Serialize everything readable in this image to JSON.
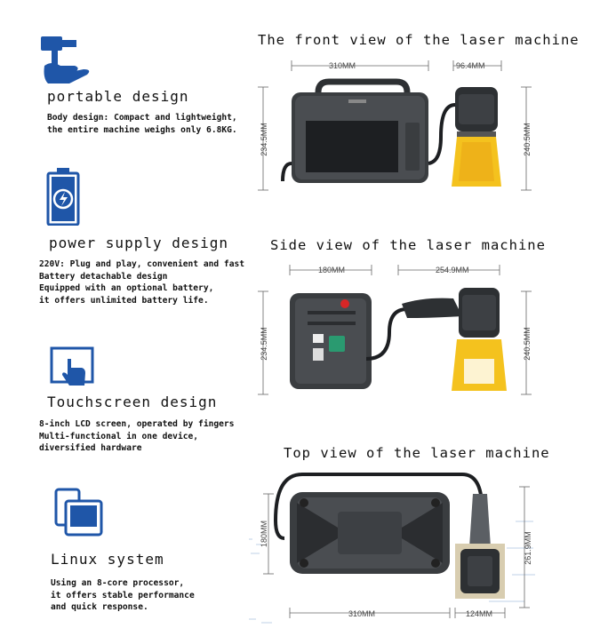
{
  "features": [
    {
      "title": "portable design",
      "desc": [
        "Body design: Compact and lightweight,",
        "the entire machine weighs only 6.8KG."
      ],
      "icon": "hand-hammer-icon"
    },
    {
      "title": "power supply design",
      "desc": [
        "220V: Plug and play, convenient and fast",
        "Battery detachable design",
        "Equipped with an optional battery,",
        "it offers unlimited battery life."
      ],
      "icon": "battery-icon"
    },
    {
      "title": "Touchscreen design",
      "desc": [
        "8-inch LCD screen, operated by fingers",
        "Multi-functional in one device,",
        "diversified hardware"
      ],
      "icon": "touchscreen-icon"
    },
    {
      "title": "Linux system",
      "desc": [
        "Using an 8-core processor,",
        "it offers stable performance",
        "and quick response."
      ],
      "icon": "tablet-icon"
    }
  ],
  "views": {
    "front": {
      "title": "The front view of the laser machine",
      "width_main": "310MM",
      "width_head": "96.4MM",
      "height_main": "234.5MM",
      "height_head": "240.5MM"
    },
    "side": {
      "title": "Side view of the laser machine",
      "width_main": "180MM",
      "width_head": "254.9MM",
      "height_main": "234.5MM",
      "height_head": "240.5MM"
    },
    "top": {
      "title": "Top view of the laser machine",
      "width_main": "310MM",
      "width_head": "124MM",
      "height_main": "180MM",
      "height_head": "261.9MM"
    }
  },
  "colors": {
    "icon_blue": "#1f56a8",
    "laser_yellow": "#f4c21e",
    "body_dark": "#2d3033"
  }
}
